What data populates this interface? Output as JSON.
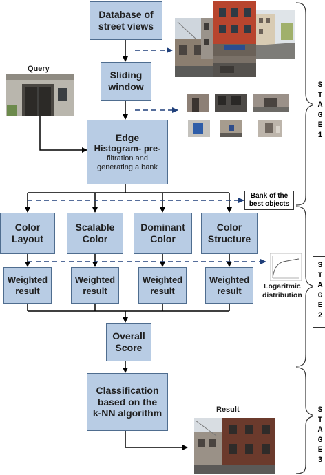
{
  "boxes": {
    "database": [
      "Database of",
      "street views"
    ],
    "sliding": [
      "Sliding",
      "window"
    ],
    "edge": [
      "Edge",
      "Histogram- pre-",
      "filtration and",
      "generating a bank"
    ],
    "color_layout": [
      "Color",
      "Layout"
    ],
    "scalable_color": [
      "Scalable",
      "Color"
    ],
    "dominant_color": [
      "Dominant",
      "Color"
    ],
    "color_structure": [
      "Color",
      "Structure"
    ],
    "weighted": [
      "Weighted",
      "result"
    ],
    "overall": [
      "Overall",
      "Score"
    ],
    "classification": [
      "Classification",
      "based on the",
      "k-NN algorithm"
    ]
  },
  "labels": {
    "query": "Query",
    "bank": [
      "Bank of the",
      "best objects"
    ],
    "logaritmic": [
      "Logaritmic",
      "distribution"
    ],
    "result": "Result"
  },
  "stages": {
    "stage1": [
      "S",
      "T",
      "A",
      "G",
      "E",
      "1"
    ],
    "stage2": [
      "S",
      "T",
      "A",
      "G",
      "E",
      "2"
    ],
    "stage3": [
      "S",
      "T",
      "A",
      "G",
      "E",
      "3"
    ]
  },
  "colors": {
    "box_fill": "#b8cce4",
    "box_border": "#4f6d8f",
    "arrow": "#000000",
    "dashed_arrow": "#1f3f7a"
  }
}
